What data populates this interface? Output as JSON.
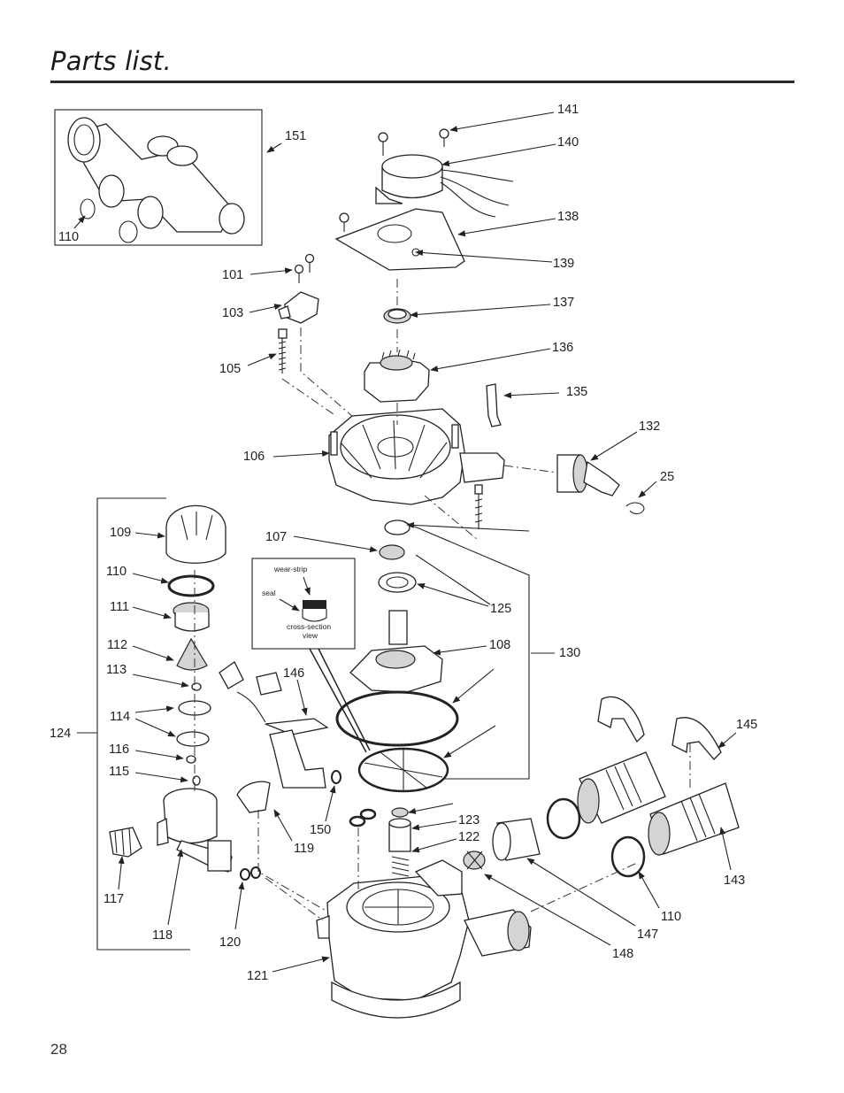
{
  "page": {
    "title": "Parts list.",
    "number": "28"
  },
  "callouts": [
    "151",
    "110",
    "141",
    "140",
    "138",
    "139",
    "101",
    "103",
    "137",
    "105",
    "136",
    "135",
    "106",
    "132",
    "25",
    "109",
    "107",
    "110",
    "125",
    "111",
    "108",
    "130",
    "112",
    "113",
    "146",
    "114",
    "124",
    "116",
    "145",
    "115",
    "123",
    "122",
    "150",
    "119",
    "117",
    "143",
    "110",
    "118",
    "120",
    "147",
    "148",
    "121"
  ],
  "inset": {
    "wear_strip": "wear-strip",
    "seal": "seal",
    "cross_section_line1": "cross-section",
    "cross_section_line2": "view"
  },
  "arrowhead": "filled-triangle"
}
